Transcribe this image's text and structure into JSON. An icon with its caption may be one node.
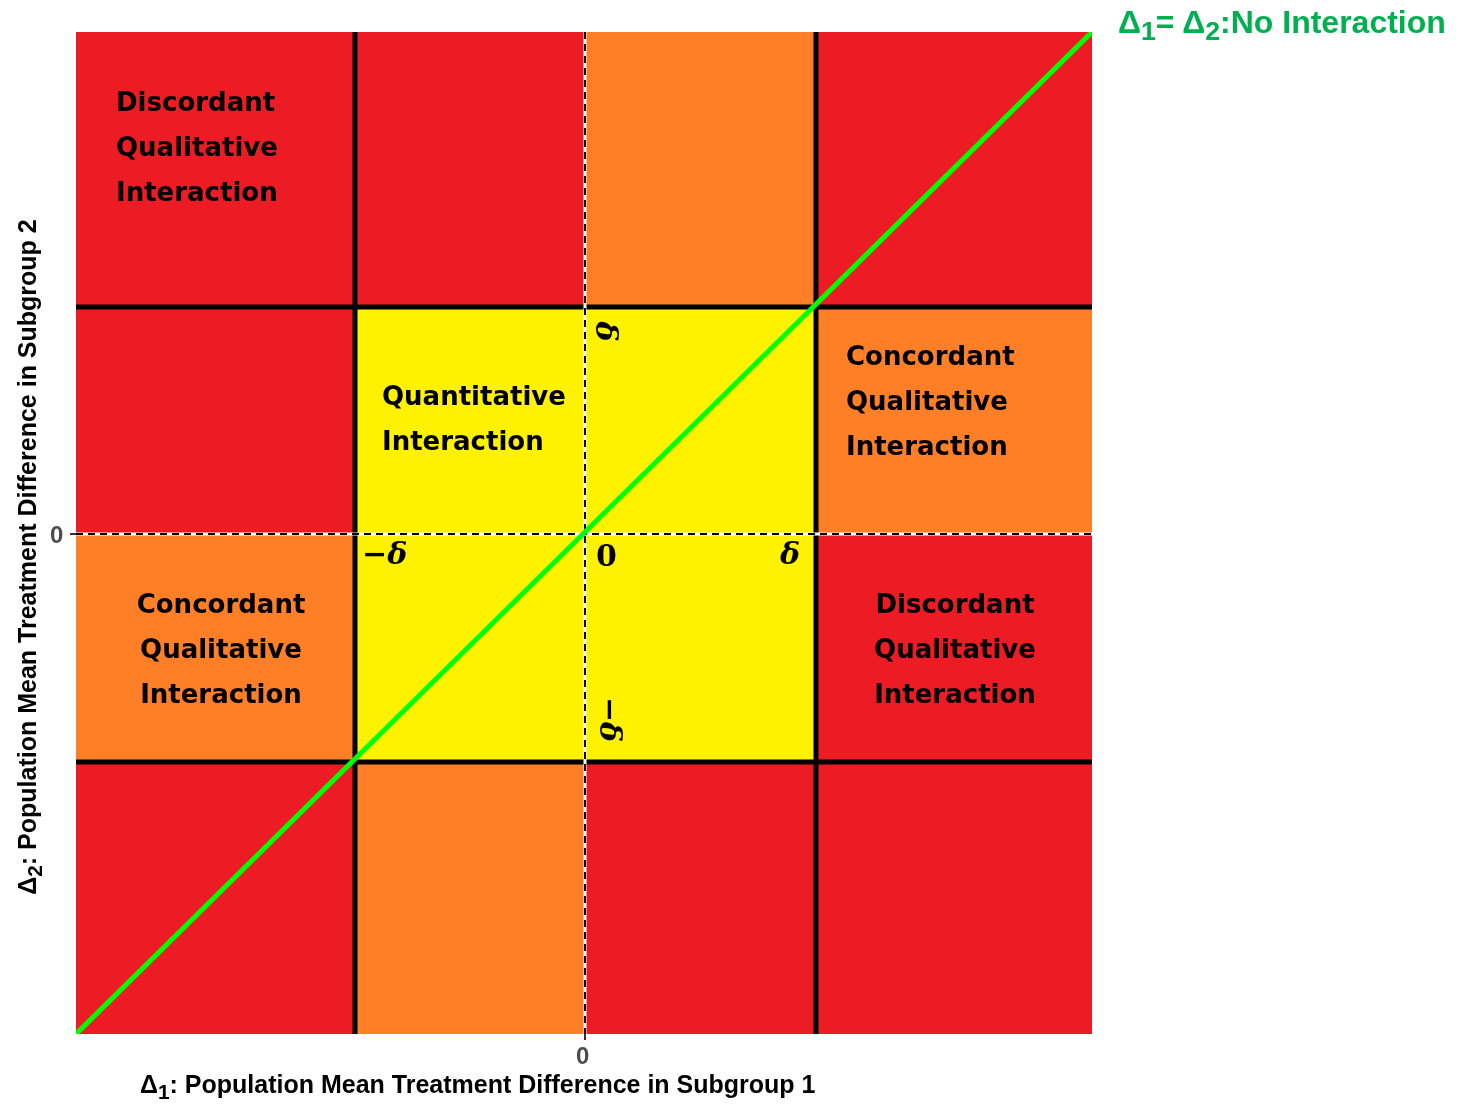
{
  "diagram": {
    "nodes": [
      {
        "text": [
          "Discordant Qualitative Interaction"
        ]
      },
      {
        "text": [
          "Quantitative Interaction"
        ]
      },
      {
        "text": [
          "Concordant Qualitative Interaction"
        ]
      },
      {
        "text": [
          "Concordant Qualitative Interaction"
        ]
      },
      {
        "text": [
          "Discordant Qualitative Interaction"
        ]
      }
    ],
    "labels": [
      "Δ$_{1}$= Δ$_{2}$:No Interaction",
      "δ",
      "−δ",
      "0",
      "δ",
      "−δ",
      "0",
      "0",
      "Δ$_{1}$: Population Mean Treatment Difference in Subgroup 1",
      "Δ$_{2}$: Population Mean Treatment Difference in Subgroup 2"
    ]
  }
}
